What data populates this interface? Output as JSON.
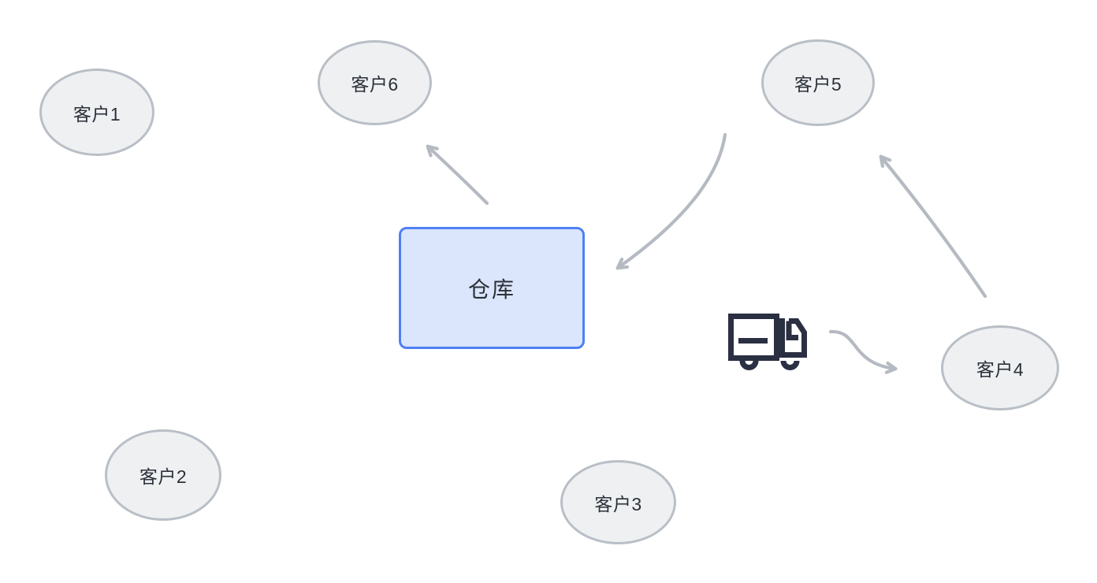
{
  "diagram": {
    "title": "warehouse-delivery-network",
    "warehouse": {
      "label": "仓库"
    },
    "customers": [
      {
        "label": "客户1"
      },
      {
        "label": "客户2"
      },
      {
        "label": "客户3"
      },
      {
        "label": "客户4"
      },
      {
        "label": "客户5"
      },
      {
        "label": "客户6"
      }
    ],
    "icons": {
      "truck": "delivery-truck-icon"
    },
    "edges": [
      {
        "from": "仓库",
        "to": "客户6"
      },
      {
        "from": "客户5",
        "to": "仓库"
      },
      {
        "from": "客户4",
        "to": "客户5"
      },
      {
        "from": "truck",
        "to": "客户4"
      }
    ],
    "colors": {
      "background": "#ffffff",
      "customer_fill": "#eef0f2",
      "customer_border": "#b9bfc6",
      "warehouse_fill": "#dbe5fc",
      "warehouse_border": "#4e80f5",
      "arrow": "#b5bac2",
      "truck": "#2a2f42",
      "text": "#2b3139"
    }
  }
}
